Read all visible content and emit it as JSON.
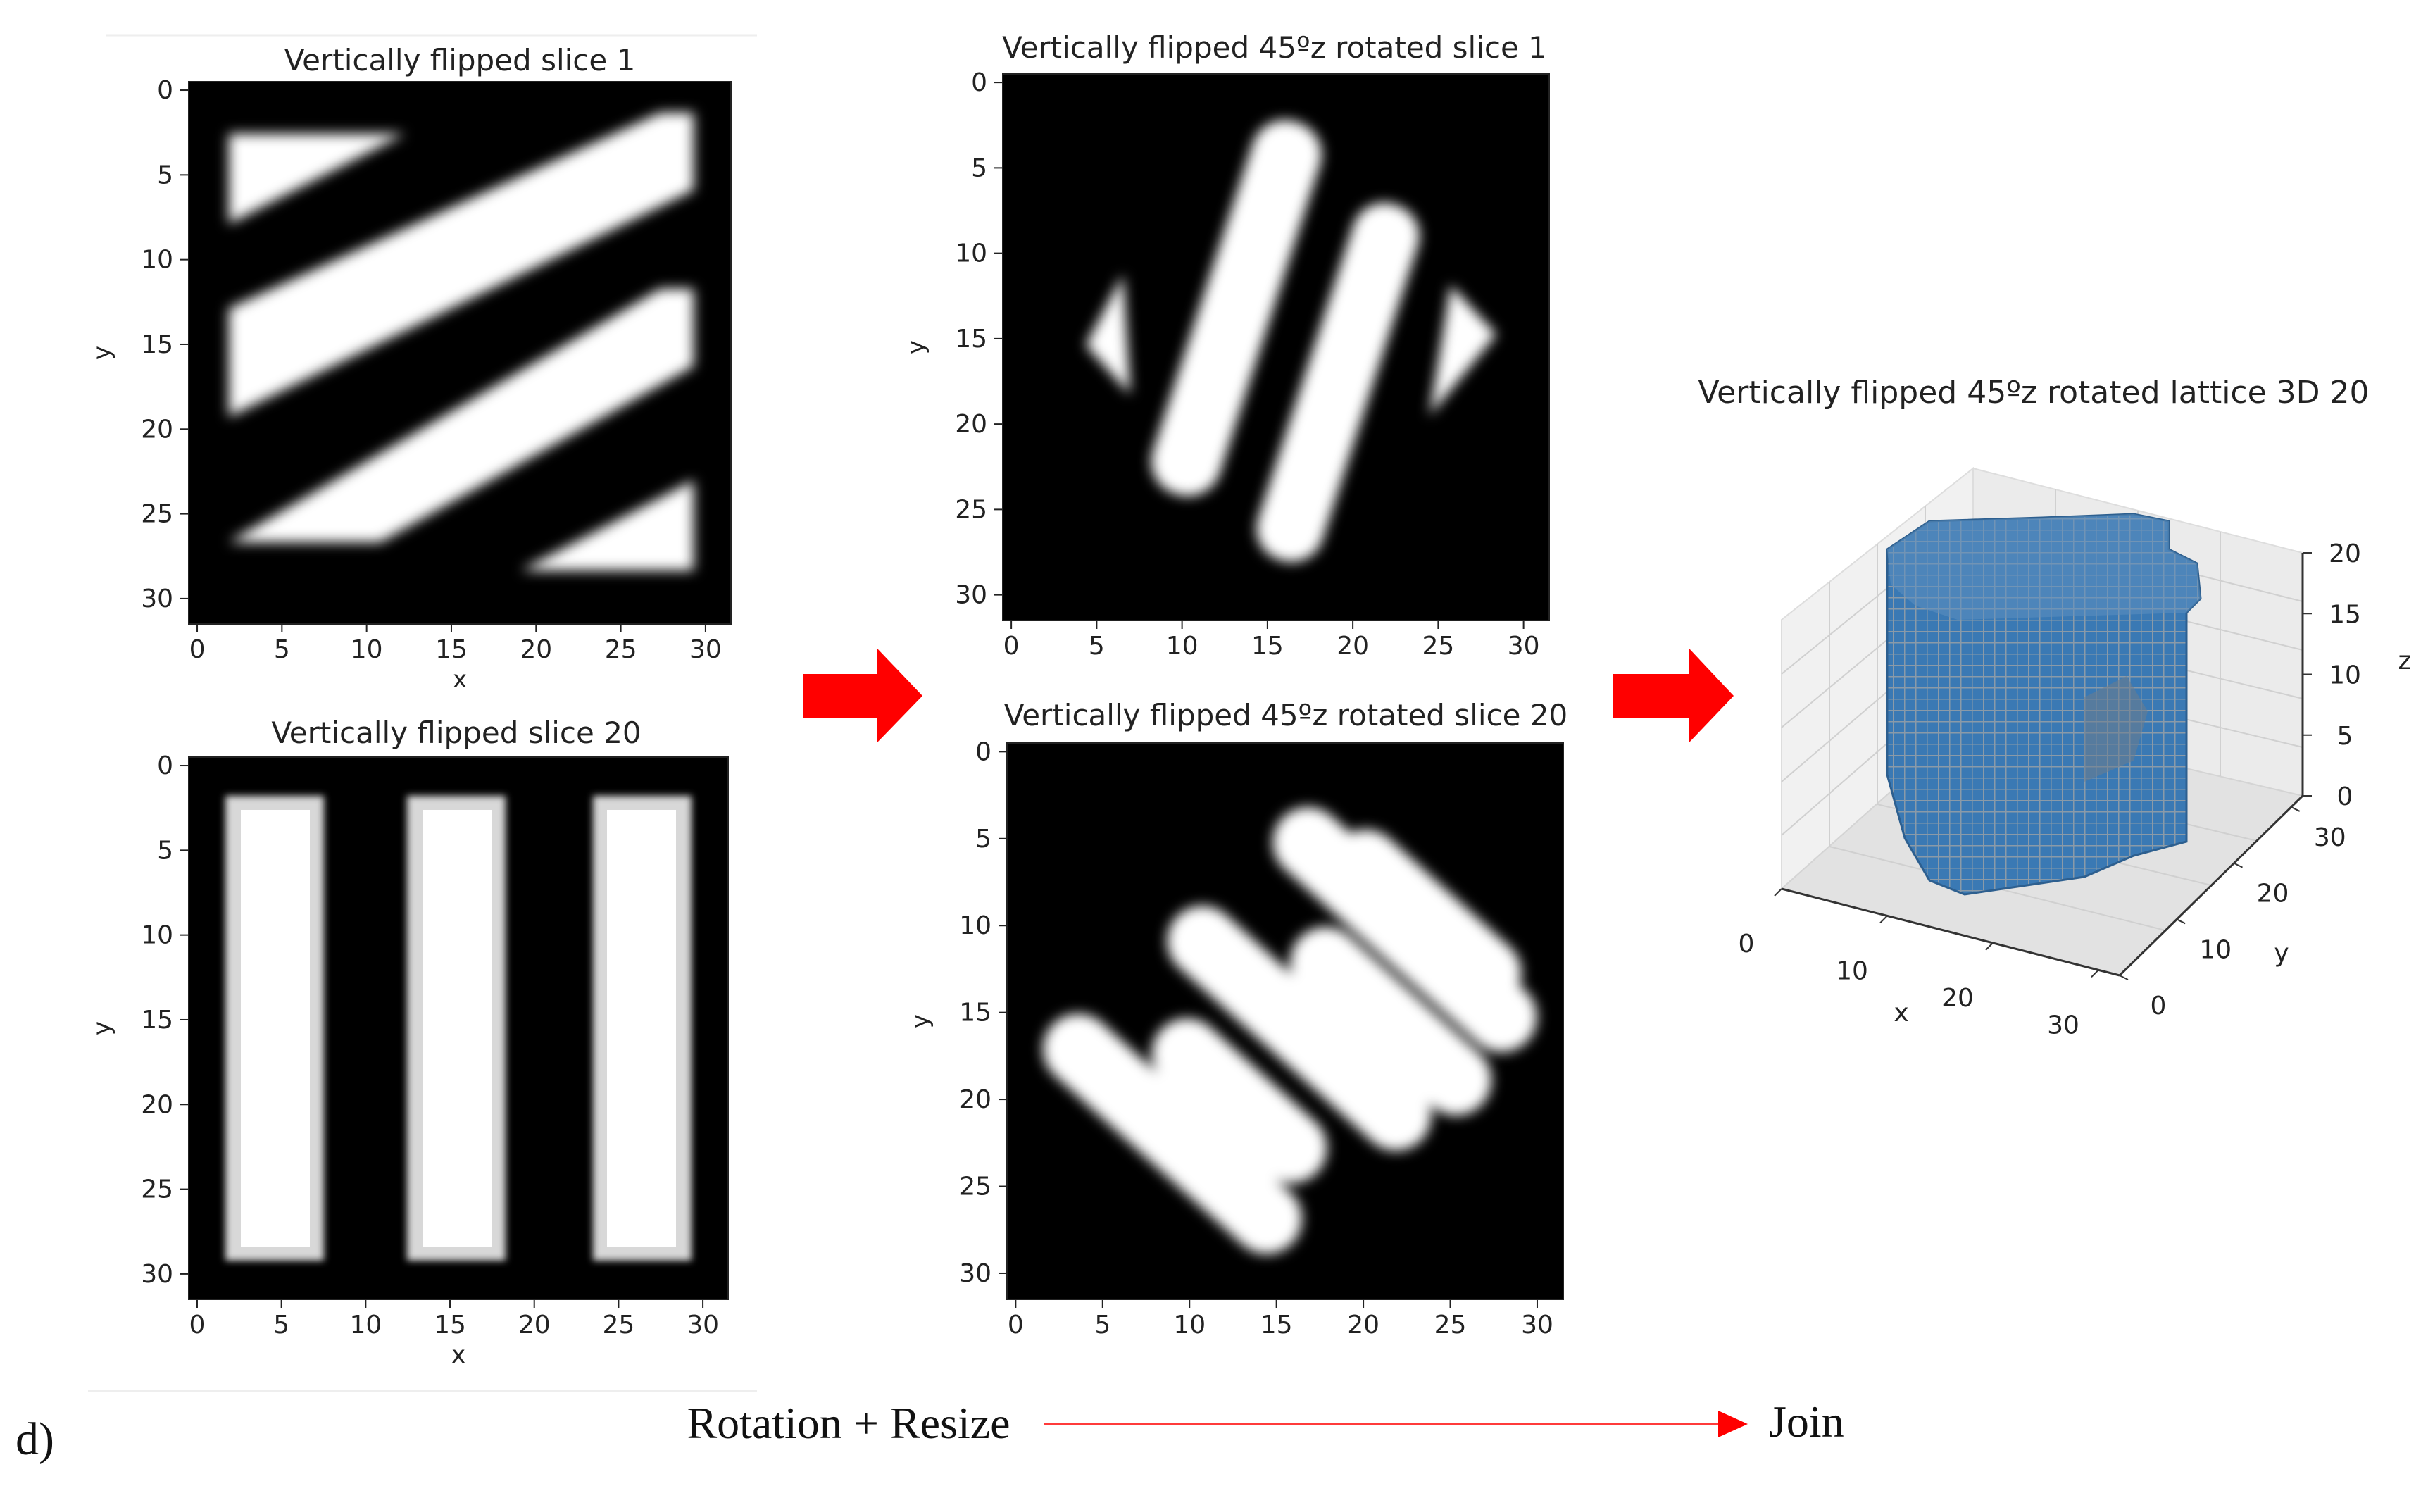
{
  "panel_label": "d)",
  "flow": {
    "left_label": "Rotation + Resize",
    "right_label": "Join"
  },
  "colors": {
    "arrow": "#ff0000",
    "voxel": "#3a79b4",
    "voxel_edge": "#1e4f7d",
    "pane": "#f2f2f2"
  },
  "plots": [
    {
      "title": "Vertically flipped slice 1",
      "xlabel": "x",
      "ylabel": "y",
      "xticks": [
        "0",
        "5",
        "10",
        "15",
        "20",
        "25",
        "30"
      ],
      "yticks": [
        "0",
        "5",
        "10",
        "15",
        "20",
        "25",
        "30"
      ]
    },
    {
      "title": "Vertically flipped slice 20",
      "xlabel": "x",
      "ylabel": "y",
      "xticks": [
        "0",
        "5",
        "10",
        "15",
        "20",
        "25",
        "30"
      ],
      "yticks": [
        "0",
        "5",
        "10",
        "15",
        "20",
        "25",
        "30"
      ]
    },
    {
      "title": "Vertically flipped 45ºz rotated slice 1",
      "xlabel": "",
      "ylabel": "y",
      "xticks": [
        "0",
        "5",
        "10",
        "15",
        "20",
        "25",
        "30"
      ],
      "yticks": [
        "0",
        "5",
        "10",
        "15",
        "20",
        "25",
        "30"
      ]
    },
    {
      "title": "Vertically flipped 45ºz rotated slice 20",
      "xlabel": "",
      "ylabel": "y",
      "xticks": [
        "0",
        "5",
        "10",
        "15",
        "20",
        "25",
        "30"
      ],
      "yticks": [
        "0",
        "5",
        "10",
        "15",
        "20",
        "25",
        "30"
      ]
    }
  ],
  "plot3d": {
    "title": "Vertically flipped 45ºz rotated lattice 3D 20",
    "xlabel": "x",
    "ylabel": "y",
    "zlabel": "z",
    "xticks": [
      "0",
      "10",
      "20",
      "30"
    ],
    "yticks": [
      "0",
      "10",
      "20",
      "30"
    ],
    "zticks": [
      "0",
      "5",
      "10",
      "15",
      "20"
    ]
  }
}
